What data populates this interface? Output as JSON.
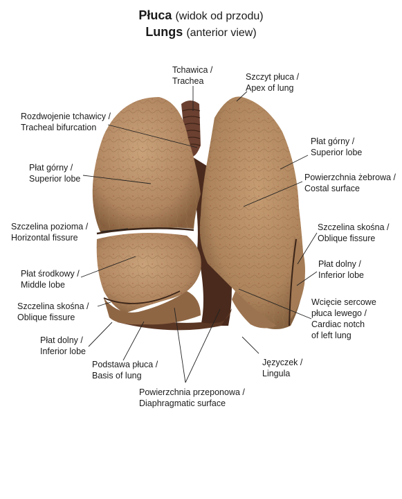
{
  "title": {
    "polish_bold": "Płuca",
    "polish_rest": "(widok od przodu)",
    "english_bold": "Lungs",
    "english_rest": "(anterior view)"
  },
  "labels": {
    "trachea": [
      "Tchawica /",
      "Trachea"
    ],
    "apex": [
      "Szczyt płuca /",
      "Apex of lung"
    ],
    "bifurcation": [
      "Rozdwojenie tchawicy /",
      "Tracheal bifurcation"
    ],
    "superior_lobe_right": [
      "Płat górny /",
      "Superior lobe"
    ],
    "superior_lobe_left": [
      "Płat górny /",
      "Superior lobe"
    ],
    "costal_surface": [
      "Powierzchnia żebrowa /",
      "Costal surface"
    ],
    "horizontal_fissure": [
      "Szczelina pozioma /",
      "Horizontal fissure"
    ],
    "oblique_fissure_left": [
      "Szczelina skośna /",
      "Oblique fissure"
    ],
    "middle_lobe": [
      "Płat środkowy /",
      "Middle lobe"
    ],
    "inferior_lobe_left": [
      "Płat dolny /",
      "Inferior lobe"
    ],
    "oblique_fissure_right": [
      "Szczelina skośna /",
      "Oblique fissure"
    ],
    "cardiac_notch": [
      "Wcięcie sercowe",
      "płuca lewego /",
      "Cardiac notch",
      "of left lung"
    ],
    "inferior_lobe_right": [
      "Płat dolny /",
      "Inferior lobe"
    ],
    "basis": [
      "Podstawa płuca /",
      "Basis of lung"
    ],
    "lingula": [
      "Języczek /",
      "Lingula"
    ],
    "diaphragmatic": [
      "Powierzchnia przeponowa /",
      "Diaphragmatic surface"
    ]
  },
  "colors": {
    "lung_fill": "#b88f64",
    "lung_light": "#c9a27a",
    "lung_shadow": "#7a5338",
    "trachea": "#6b4030",
    "dark_gap": "#4a2a1c",
    "fissure": "#3a2418",
    "leader": "#222222"
  }
}
